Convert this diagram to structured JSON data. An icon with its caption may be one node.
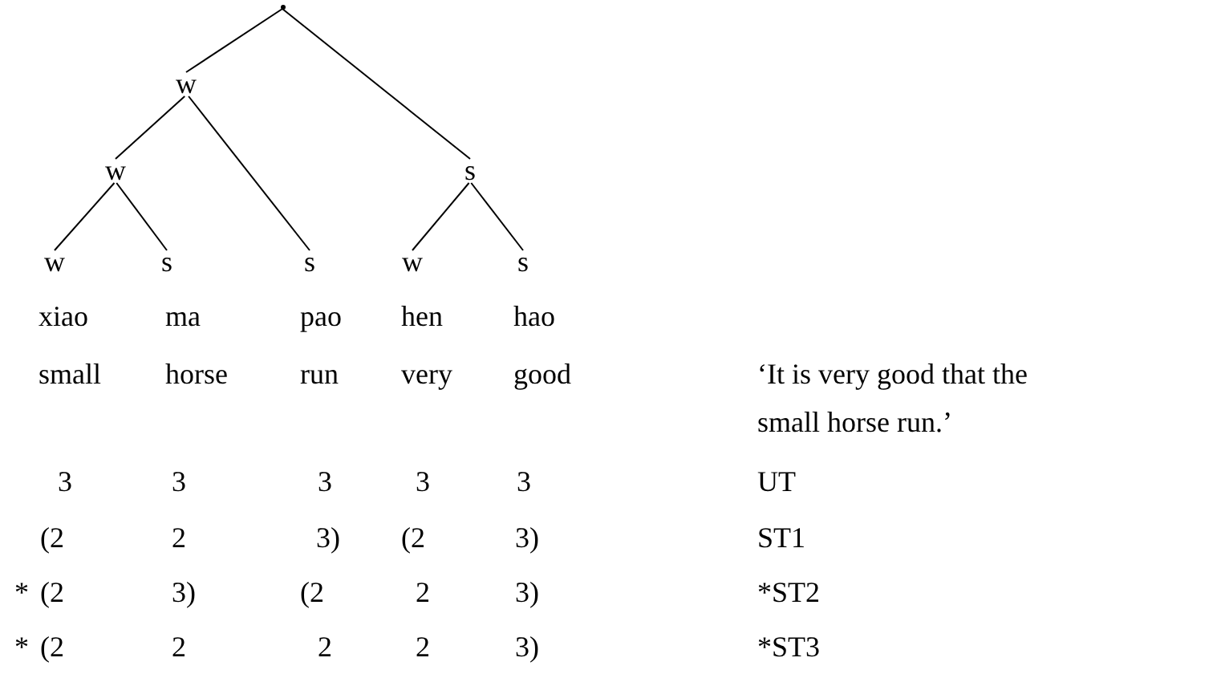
{
  "diagram": {
    "nodes": [
      {
        "text": [],
        "shape": "point"
      },
      {
        "text": [
          "w"
        ]
      },
      {
        "text": [
          "w"
        ]
      },
      {
        "text": [
          "s"
        ]
      },
      {
        "text": [
          "w"
        ]
      },
      {
        "text": [
          "s"
        ]
      },
      {
        "text": [
          "s"
        ]
      },
      {
        "text": [
          "w"
        ]
      },
      {
        "text": [
          "s"
        ]
      }
    ],
    "edges": [
      {
        "from": 0,
        "to": 1,
        "arrow": "none"
      },
      {
        "from": 0,
        "to": 3,
        "arrow": "none"
      },
      {
        "from": 1,
        "to": 2,
        "arrow": "none"
      },
      {
        "from": 1,
        "to": 6,
        "arrow": "none"
      },
      {
        "from": 2,
        "to": 4,
        "arrow": "none"
      },
      {
        "from": 2,
        "to": 5,
        "arrow": "none"
      },
      {
        "from": 3,
        "to": 7,
        "arrow": "none"
      },
      {
        "from": 3,
        "to": 8,
        "arrow": "none"
      }
    ],
    "labels": [
      "xiao",
      "ma",
      "pao",
      "hen",
      "hao",
      "small",
      "horse",
      "run",
      "very",
      "good",
      "‘It is very good that the small horse run.’",
      "3",
      "3",
      "3",
      "3",
      "3",
      "UT",
      "(2",
      "2",
      "3)",
      "(2",
      "3)",
      "ST1",
      "*",
      "(2",
      "3)",
      "(2",
      "2",
      "3)",
      "*ST2",
      "*",
      "(2",
      "2",
      "2",
      "2",
      "3)",
      "*ST3"
    ]
  }
}
